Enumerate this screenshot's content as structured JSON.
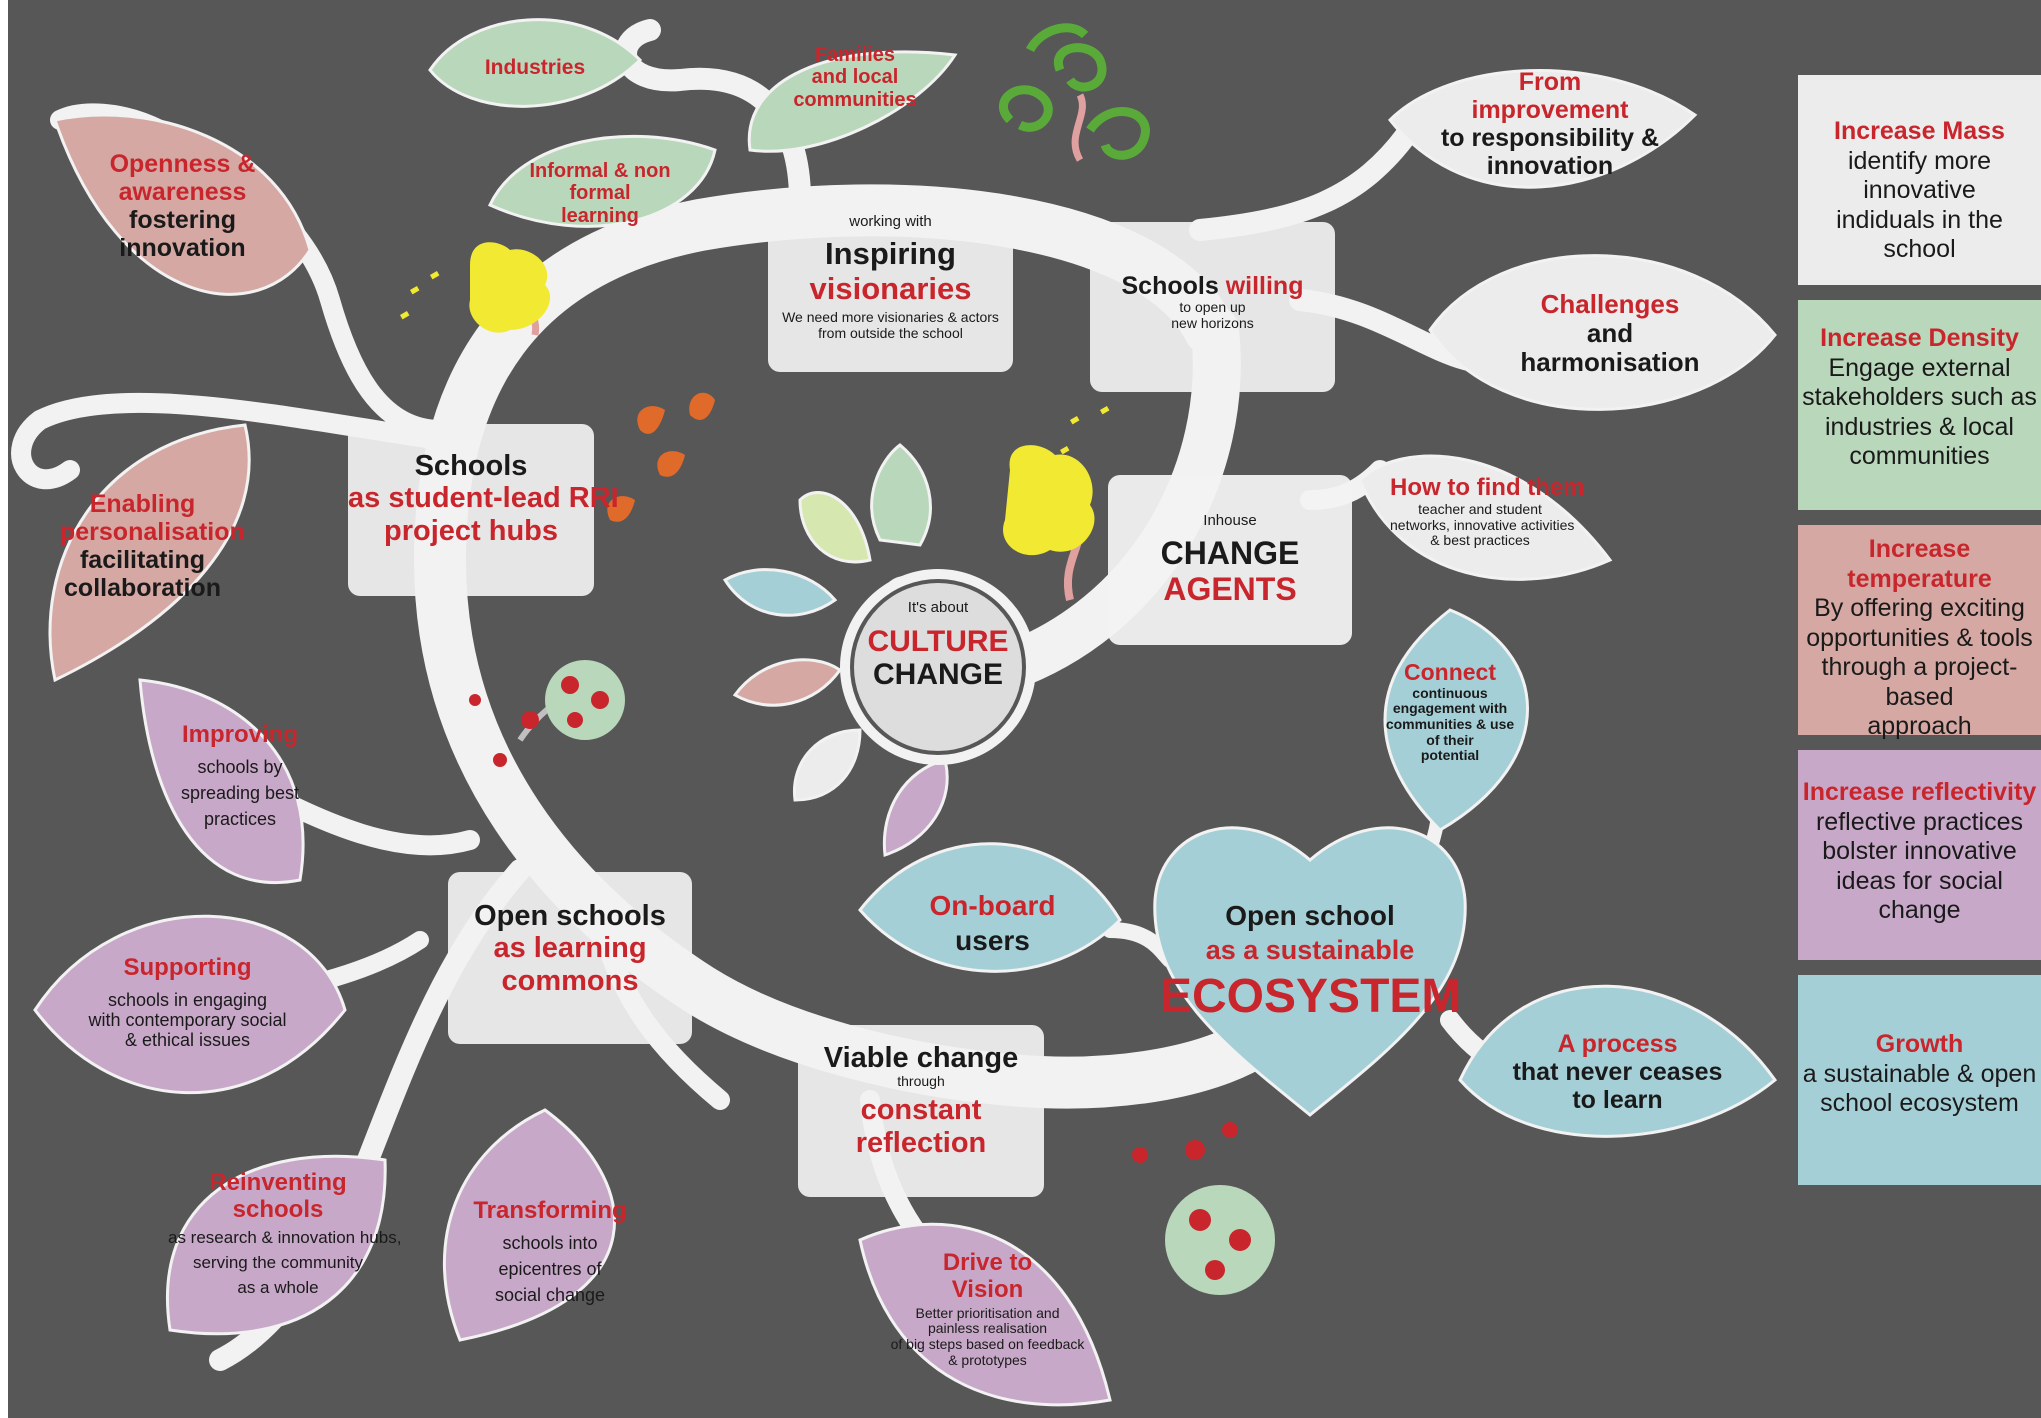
{
  "colors": {
    "background": "#575757",
    "vine": "#f2f2f2",
    "leaf_green": "#b9d7bb",
    "leaf_pink": "#d5a8a3",
    "leaf_purple": "#c8a8c8",
    "leaf_blue": "#a5cfd6",
    "leaf_white": "#ececec",
    "accent_red": "#c8262c"
  },
  "center": {
    "pre": "It's about",
    "line1": "CULTURE",
    "line2": "CHANGE"
  },
  "boxes": {
    "visionaries": {
      "pre": "working with",
      "title1": "Inspiring",
      "title2": "visionaries",
      "desc1": "We need more visionaries & actors",
      "desc2": "from outside the school"
    },
    "willing": {
      "title1": "Schools",
      "title2": "willing",
      "desc1": "to open up",
      "desc2": "new horizons"
    },
    "agents": {
      "pre": "Inhouse",
      "title1": "CHANGE",
      "title2": "AGENTS"
    },
    "hubs": {
      "title1": "Schools",
      "title2": "as student-lead RRI",
      "title3": "project hubs"
    },
    "commons": {
      "title1": "Open schools",
      "title2": "as learning",
      "title3": "commons"
    },
    "viable": {
      "title1": "Viable change",
      "mid": "through",
      "title2": "constant",
      "title3": "reflection"
    }
  },
  "ecosystem": {
    "line1": "Open school",
    "line2": "as a sustainable",
    "line3": "ECOSYSTEM"
  },
  "leaves": {
    "industries": "Industries",
    "families": [
      "Families",
      "and local",
      "communities"
    ],
    "informal": [
      "Informal & non",
      "formal",
      "learning"
    ],
    "openness": {
      "t1": "Openness &",
      "t2": "awareness",
      "d1": "fostering",
      "d2": "innovation"
    },
    "enabling": {
      "t1": "Enabling",
      "t2": "personalisation",
      "d1": "facilitating",
      "d2": "collaboration"
    },
    "improvement": {
      "t1": "From",
      "t2": "improvement",
      "d1": "to responsibility &",
      "d2": "innovation"
    },
    "challenges": {
      "t1": "Challenges",
      "d1": "and",
      "d2": "harmonisation"
    },
    "howto": {
      "t1": "How to find them",
      "d1": "teacher and student",
      "d2": "networks, innovative activities",
      "d3": "& best practices"
    },
    "connect": {
      "t1": "Connect",
      "d1": "continuous",
      "d2": "engagement with",
      "d3": "communities & use",
      "d4": "of their",
      "d5": "potential"
    },
    "onboard": {
      "t1": "On-board",
      "d1": "users"
    },
    "process": {
      "t1": "A process",
      "d1": "that never ceases",
      "d2": "to learn"
    },
    "improving": {
      "t1": "Improving",
      "d1": "schools  by",
      "d2": "spreading best",
      "d3": "practices"
    },
    "supporting": {
      "t1": "Supporting",
      "d1": "schools  in engaging",
      "d2": "with contemporary social",
      "d3": "& ethical issues"
    },
    "reinventing": {
      "t1": "Reinventing",
      "t2": "schools",
      "d1": "as research & innovation hubs,",
      "d2": "serving the community",
      "d3": "as a whole"
    },
    "transforming": {
      "t1": "Transforming",
      "d1": "schools into",
      "d2": "epicentres of",
      "d3": "social change"
    },
    "drive": {
      "t1": "Drive to",
      "t2": "Vision",
      "d1": "Better prioritisation and",
      "d2": "painless realisation",
      "d3": "of big steps based on feedback",
      "d4": "& prototypes"
    }
  },
  "sidebar": [
    {
      "title": "Increase Mass",
      "desc": [
        "identify more",
        "innovative",
        "indiduals in the",
        "school"
      ],
      "color": "#ececec"
    },
    {
      "title": "Increase Density",
      "desc": [
        "Engage external",
        "stakeholders such as",
        "industries & local",
        "communities"
      ],
      "color": "#b9d7bb"
    },
    {
      "title": [
        "Increase",
        "temperature"
      ],
      "desc": [
        "By offering exciting",
        "opportunities & tools",
        "through a project-based",
        "approach"
      ],
      "color": "#d5a8a3"
    },
    {
      "title": "Increase reflectivity",
      "desc": [
        "reflective practices",
        "bolster innovative",
        "ideas for social",
        "change"
      ],
      "color": "#c8a8c8"
    },
    {
      "title": "Growth",
      "desc": [
        "a sustainable & open",
        "school ecosystem"
      ],
      "color": "#a5cfd6"
    }
  ]
}
